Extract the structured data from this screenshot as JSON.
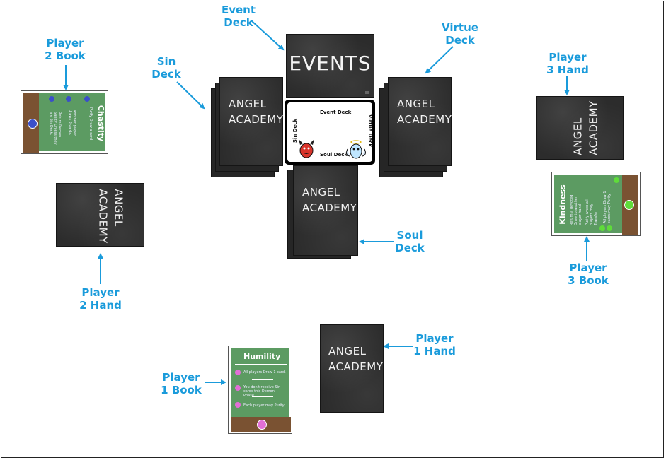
{
  "labels": {
    "event_deck": "Event\nDeck",
    "virtue_deck": "Virtue\nDeck",
    "sin_deck": "Sin\nDeck",
    "player2_book": "Player\n2 Book",
    "player2_hand": "Player\n2 Hand",
    "player3_hand": "Player\n3 Hand",
    "player3_book": "Player\n3 Book",
    "soul_deck": "Soul\nDeck",
    "player1_hand": "Player\n1 Hand",
    "player1_book": "Player\n1 Book"
  },
  "cards": {
    "events_title": "EVENTS",
    "angel_academy": "ANGEL\nACADEMY"
  },
  "board": {
    "event_deck": "Event Deck",
    "sin_deck": "Sin Deck",
    "virtue_deck": "Virtue Deck",
    "soul_deck": "Soul Deck"
  },
  "books": {
    "humility": {
      "title": "Humility",
      "lines": [
        "All players Draw 1 card.",
        "You don't receive Sin cards this Demon Phase.",
        "Each player may Purify."
      ]
    },
    "chastity": {
      "title": "Chastity",
      "lines": [
        "Purify Draw a card",
        "Another player draws 3 cards.",
        "Return Demon Sanity Unless they are Sin Deck."
      ]
    },
    "kindness": {
      "title": "Kindness",
      "lines": [
        "Return a devoted Draw to another player hand",
        "Purify when all players may Transfer",
        "All players Draw 1 cards may Purify"
      ]
    }
  },
  "colors": {
    "label": "#1a9bdb",
    "chalkboard": "#2c2c2c",
    "book_green": "#5c9b62",
    "wood": "#7a5232",
    "humility_dot": "#e26fd6",
    "chastity_dot": "#3b4fc9",
    "kindness_dot": "#5fdc3a"
  }
}
